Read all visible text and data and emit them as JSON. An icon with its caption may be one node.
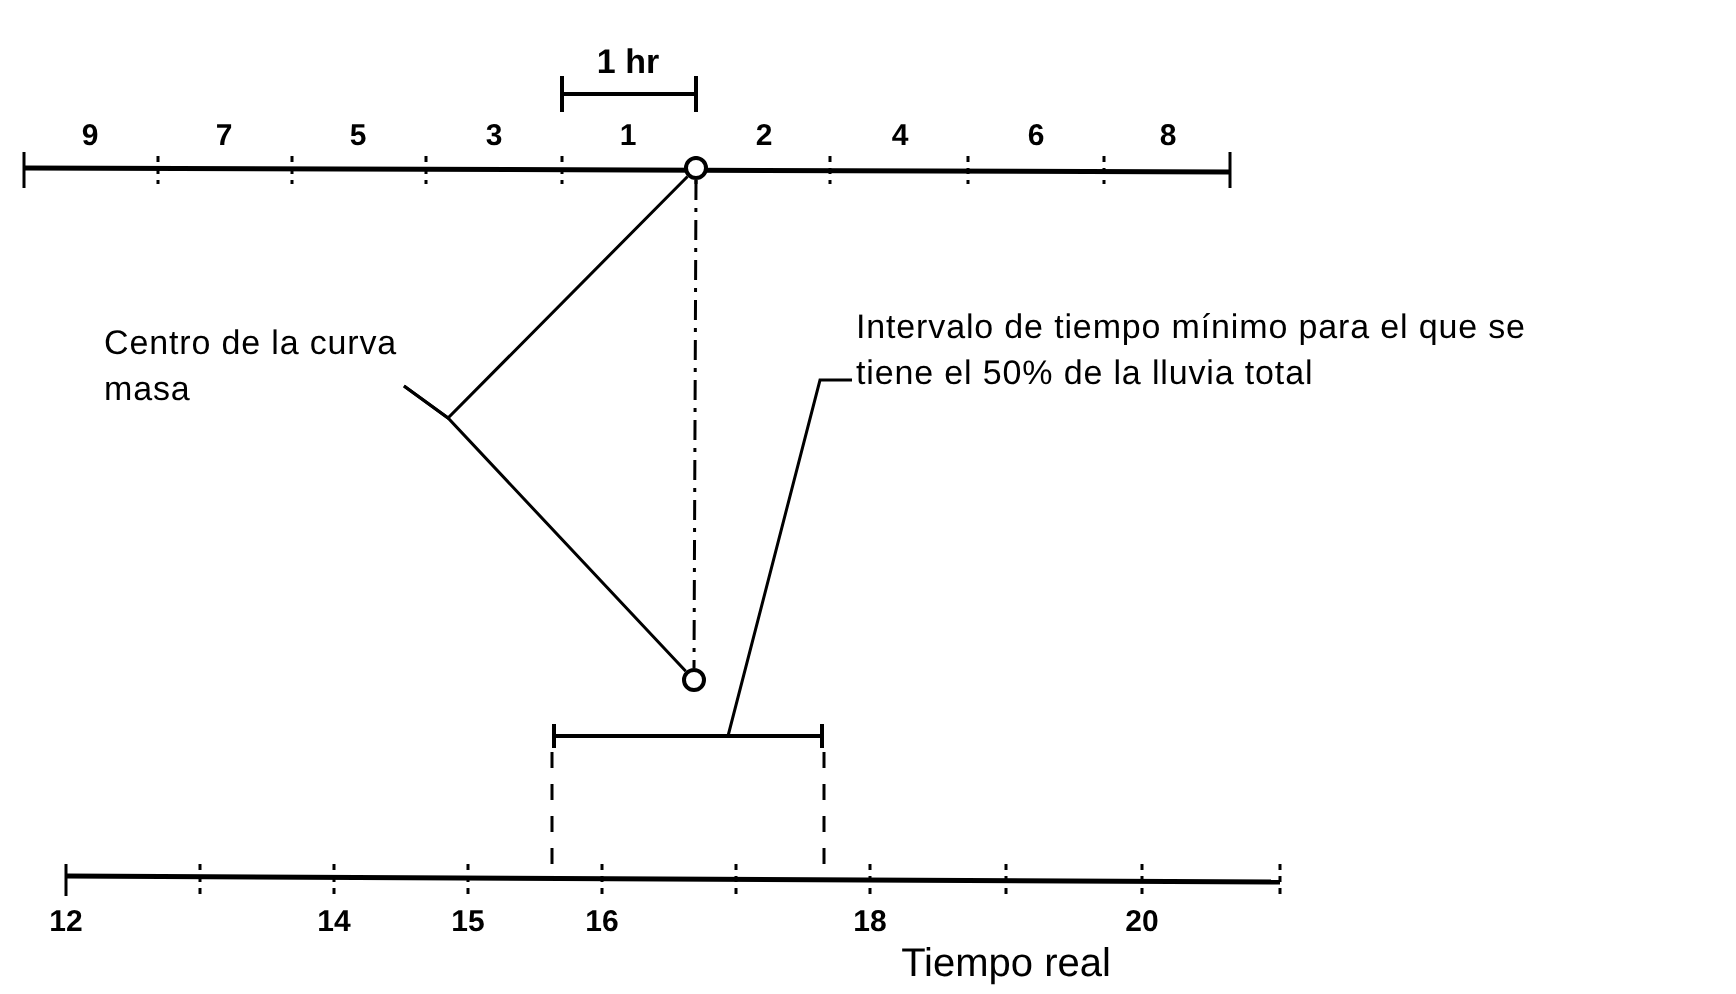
{
  "diagram": {
    "nodes": [
      {
        "text": [],
        "shape": "circle"
      },
      {
        "text": [
          "Centro de la curva masa"
        ]
      },
      {
        "text": [
          "Intervalo de tiempo mínimo para el que se tiene el 50% de la lluvia total"
        ]
      },
      {
        "text": [],
        "shape": "circle"
      },
      {
        "text": [],
        "shape": "bar"
      }
    ],
    "edges": [
      {
        "from": 1,
        "to": 0,
        "arrow": "none"
      },
      {
        "from": 1,
        "to": 3,
        "arrow": "none"
      },
      {
        "from": 0,
        "to": 3,
        "arrow": "none",
        "style": "dashed"
      },
      {
        "from": 2,
        "to": 4,
        "arrow": "none"
      }
    ],
    "labels": [
      "1 hr",
      "9",
      "7",
      "5",
      "3",
      "1",
      "2",
      "4",
      "6",
      "8",
      "12",
      "14",
      "15",
      "16",
      "18",
      "20",
      "Tiempo real"
    ]
  }
}
